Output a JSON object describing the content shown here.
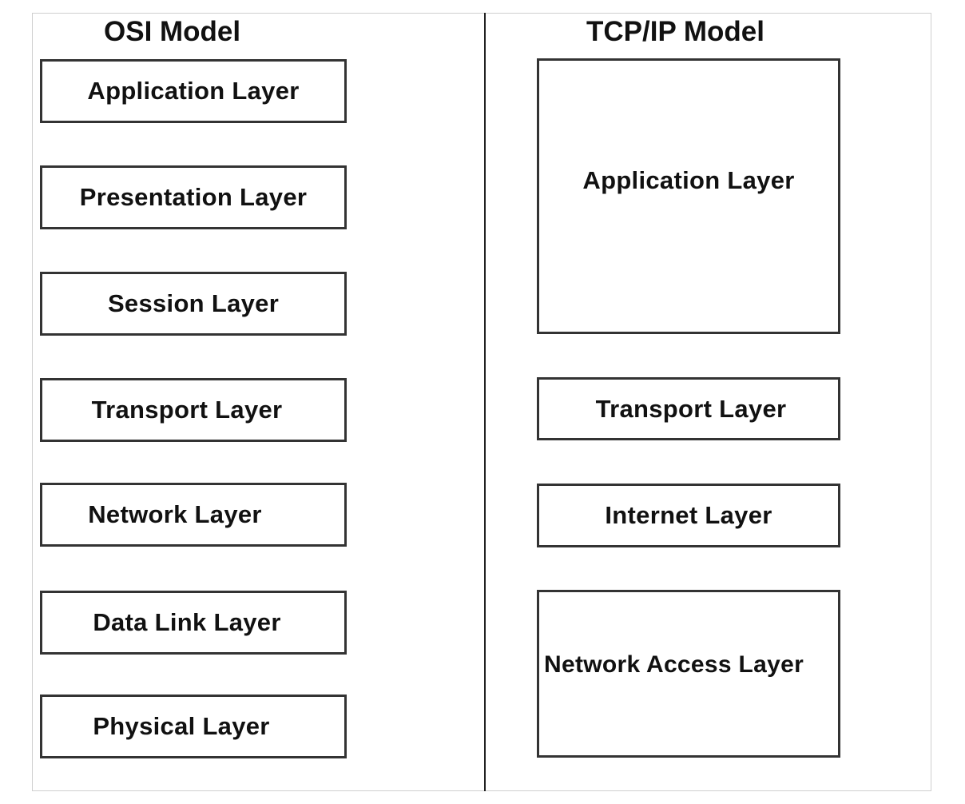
{
  "osi": {
    "title": "OSI Model",
    "layers": [
      "Application Layer",
      "Presentation Layer",
      "Session Layer",
      "Transport Layer",
      "Network Layer",
      "Data Link Layer",
      "Physical Layer"
    ]
  },
  "tcpip": {
    "title": "TCP/IP Model",
    "layers": [
      "Application Layer",
      "Transport Layer",
      "Internet Layer",
      "Network Access Layer"
    ]
  },
  "colors": {
    "border": "#333333",
    "text": "#111111",
    "background": "#ffffff"
  }
}
